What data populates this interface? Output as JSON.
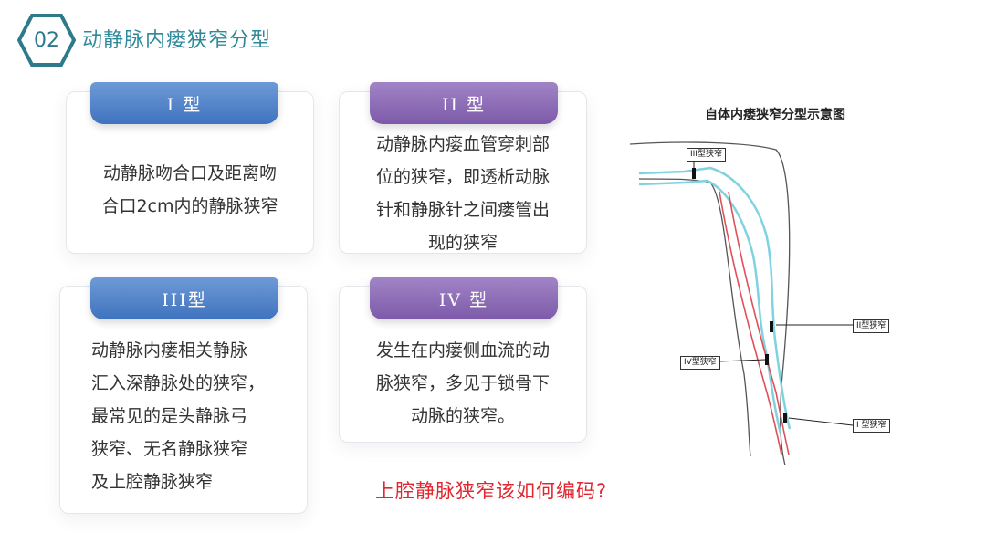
{
  "header": {
    "number": "02",
    "title": "动静脉内瘘狭窄分型"
  },
  "cards": [
    {
      "tab": "I 型",
      "lines": [
        "动静脉吻合口及距离吻",
        "合口2cm内的静脉狭窄"
      ]
    },
    {
      "tab": "II 型",
      "lines": [
        "动静脉内瘘血管穿刺部",
        "位的狭窄，即透析动脉",
        "针和静脉针之间瘘管出",
        "现的狭窄"
      ]
    },
    {
      "tab": "III型",
      "lines": [
        "动静脉内瘘相关静脉",
        "汇入深静脉处的狭窄，",
        "最常见的是头静脉弓",
        "狭窄、无名静脉狭窄",
        "及上腔静脉狭窄"
      ]
    },
    {
      "tab": "IV 型",
      "lines": [
        "发生在内瘘侧血流的动",
        "脉狭窄，多见于锁骨下",
        "动脉的狭窄。"
      ]
    }
  ],
  "question": "上腔静脉狭窄该如何编码?",
  "diagram": {
    "title": "自体内瘘狭窄分型示意图",
    "labels": {
      "type3": "III型狭窄",
      "type2": "II型狭窄",
      "type4": "IV型狭窄",
      "type1": "I 型狭窄"
    },
    "colors": {
      "vein": "#7fd3e0",
      "artery": "#e0505a",
      "outline": "#555555"
    }
  }
}
